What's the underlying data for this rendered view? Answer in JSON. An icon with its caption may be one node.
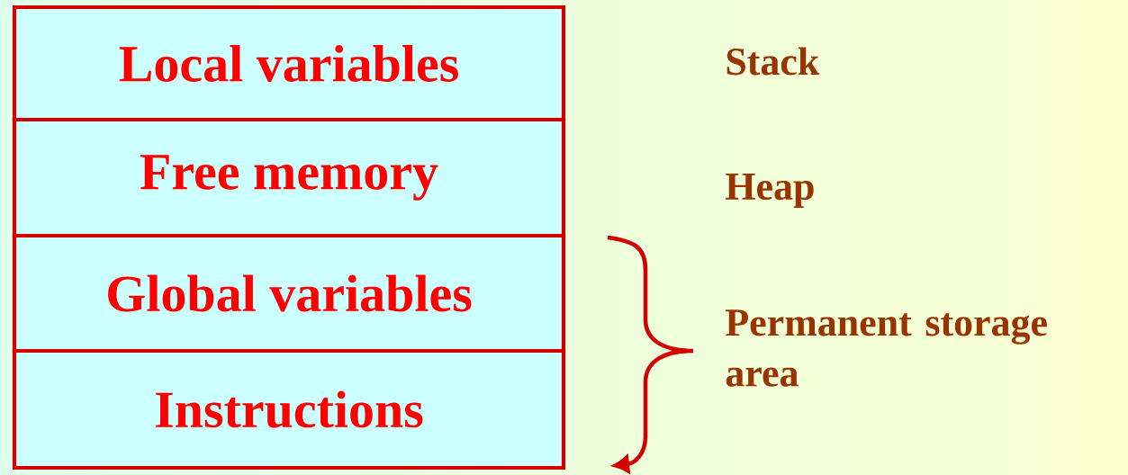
{
  "diagram": {
    "nodes": [
      {
        "text": [
          "Local variables"
        ]
      },
      {
        "text": [
          "Free memory"
        ]
      },
      {
        "text": [
          "Global variables"
        ]
      },
      {
        "text": [
          "Instructions"
        ]
      }
    ],
    "labels": [
      "Stack",
      "Heap",
      "Permanent storage area"
    ]
  }
}
